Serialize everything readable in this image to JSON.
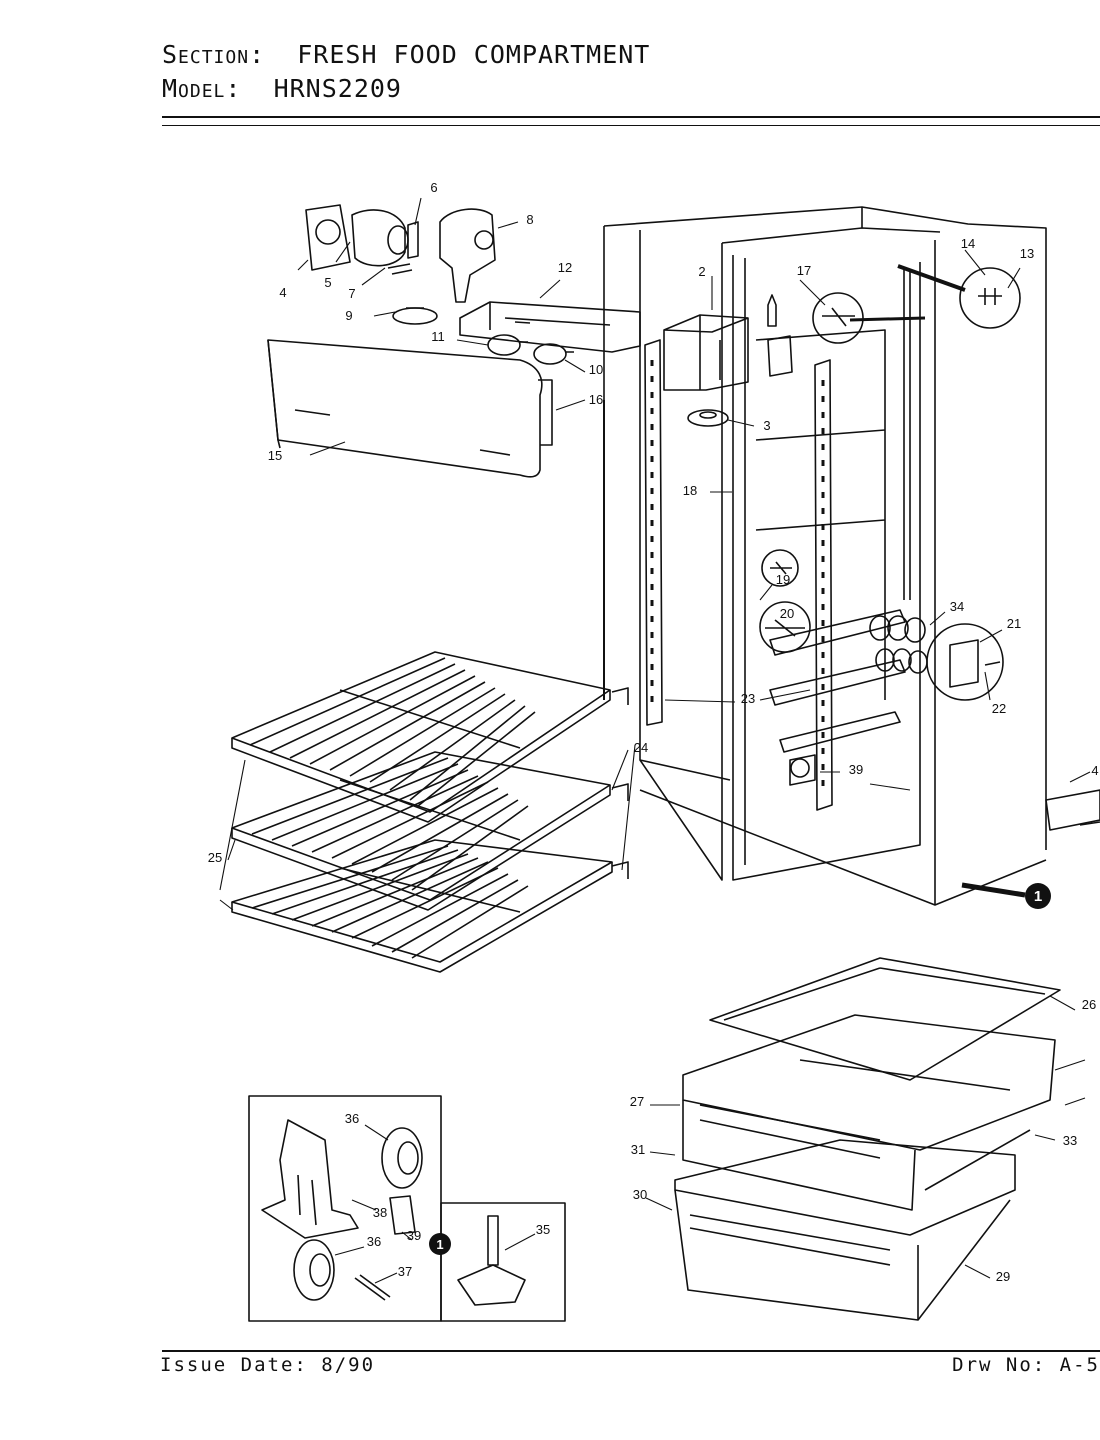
{
  "header": {
    "section_key": "Section:",
    "section_value": "FRESH FOOD COMPARTMENT",
    "model_key": "Model:",
    "model_value": "HRNS2209"
  },
  "footer": {
    "issue_label": "Issue Date: 8/90",
    "drawing_label": "Drw No: A-5"
  },
  "callouts": [
    "6",
    "8",
    "12",
    "4",
    "5",
    "7",
    "9",
    "11",
    "10",
    "16",
    "15",
    "2",
    "17",
    "14",
    "13",
    "3",
    "18",
    "19",
    "20",
    "34",
    "21",
    "22",
    "23",
    "24",
    "25",
    "39",
    "26",
    "27",
    "31",
    "30",
    "33",
    "29",
    "36",
    "38",
    "39",
    "36",
    "37",
    "35",
    "4"
  ],
  "markers": [
    "1",
    "1"
  ]
}
